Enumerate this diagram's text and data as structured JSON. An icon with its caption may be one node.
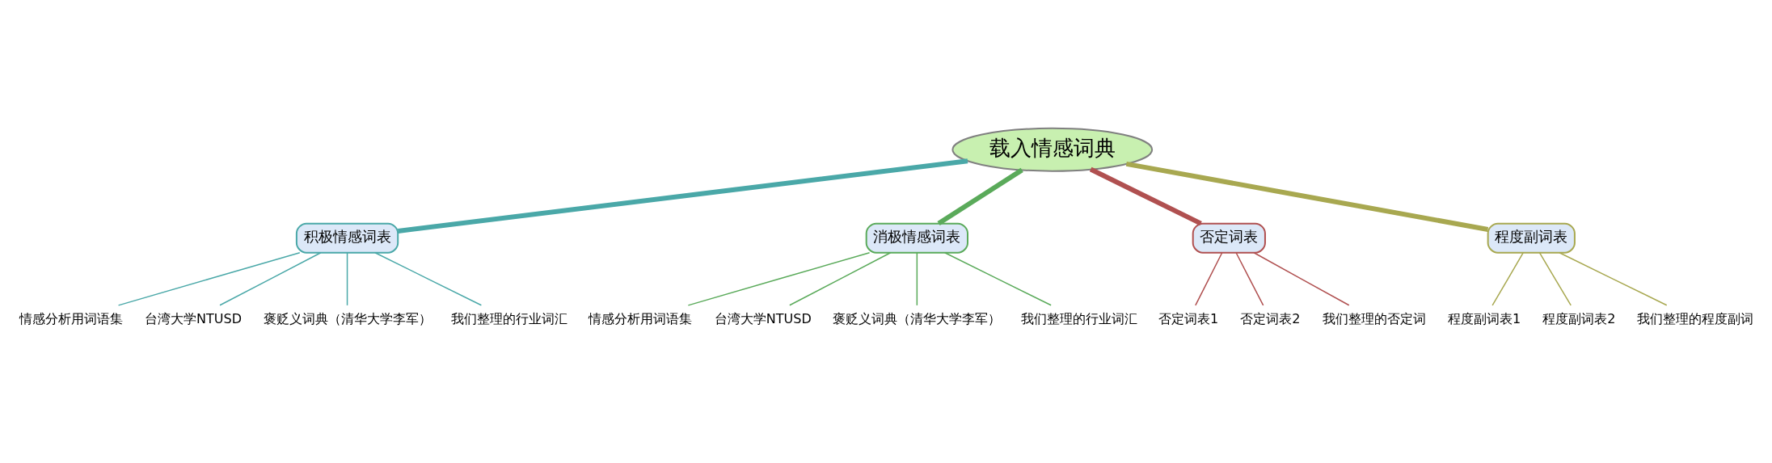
{
  "diagram": {
    "nodes": [
      {
        "text": [
          "载入情感词典"
        ]
      },
      {
        "text": [
          "积极情感词表"
        ]
      },
      {
        "text": [
          "情感分析用词语集"
        ]
      },
      {
        "text": [
          "台湾大学NTUSD"
        ]
      },
      {
        "text": [
          "褒贬义词典（清华大学李军）"
        ]
      },
      {
        "text": [
          "我们整理的行业词汇"
        ]
      },
      {
        "text": [
          "消极情感词表"
        ]
      },
      {
        "text": [
          "情感分析用词语集"
        ]
      },
      {
        "text": [
          "台湾大学NTUSD"
        ]
      },
      {
        "text": [
          "褒贬义词典（清华大学李军）"
        ]
      },
      {
        "text": [
          "我们整理的行业词汇"
        ]
      },
      {
        "text": [
          "否定词表"
        ]
      },
      {
        "text": [
          "否定词表1"
        ]
      },
      {
        "text": [
          "否定词表2"
        ]
      },
      {
        "text": [
          "我们整理的否定词"
        ]
      },
      {
        "text": [
          "程度副词表"
        ]
      },
      {
        "text": [
          "程度副词表1"
        ]
      },
      {
        "text": [
          "程度副词表2"
        ]
      },
      {
        "text": [
          "我们整理的程度副词"
        ]
      }
    ],
    "edges": [
      {
        "from": 0,
        "to": 1,
        "arrow": "none",
        "style": "thick",
        "color": "#4aa8a8"
      },
      {
        "from": 1,
        "to": 2,
        "arrow": "none",
        "color": "#4aa8a8"
      },
      {
        "from": 1,
        "to": 3,
        "arrow": "none",
        "color": "#4aa8a8"
      },
      {
        "from": 1,
        "to": 4,
        "arrow": "none",
        "color": "#4aa8a8"
      },
      {
        "from": 1,
        "to": 5,
        "arrow": "none",
        "color": "#4aa8a8"
      },
      {
        "from": 0,
        "to": 6,
        "arrow": "none",
        "style": "thick",
        "color": "#5aaa5a"
      },
      {
        "from": 6,
        "to": 7,
        "arrow": "none",
        "color": "#5aaa5a"
      },
      {
        "from": 6,
        "to": 8,
        "arrow": "none",
        "color": "#5aaa5a"
      },
      {
        "from": 6,
        "to": 9,
        "arrow": "none",
        "color": "#5aaa5a"
      },
      {
        "from": 6,
        "to": 10,
        "arrow": "none",
        "color": "#5aaa5a"
      },
      {
        "from": 0,
        "to": 11,
        "arrow": "none",
        "style": "thick",
        "color": "#b05050"
      },
      {
        "from": 11,
        "to": 12,
        "arrow": "none",
        "color": "#b05050"
      },
      {
        "from": 11,
        "to": 13,
        "arrow": "none",
        "color": "#b05050"
      },
      {
        "from": 11,
        "to": 14,
        "arrow": "none",
        "color": "#b05050"
      },
      {
        "from": 0,
        "to": 15,
        "arrow": "none",
        "style": "thick",
        "color": "#a8a850"
      },
      {
        "from": 15,
        "to": 16,
        "arrow": "none",
        "color": "#a8a850"
      },
      {
        "from": 15,
        "to": 17,
        "arrow": "none",
        "color": "#a8a850"
      },
      {
        "from": 15,
        "to": 18,
        "arrow": "none",
        "color": "#a8a850"
      }
    ]
  }
}
